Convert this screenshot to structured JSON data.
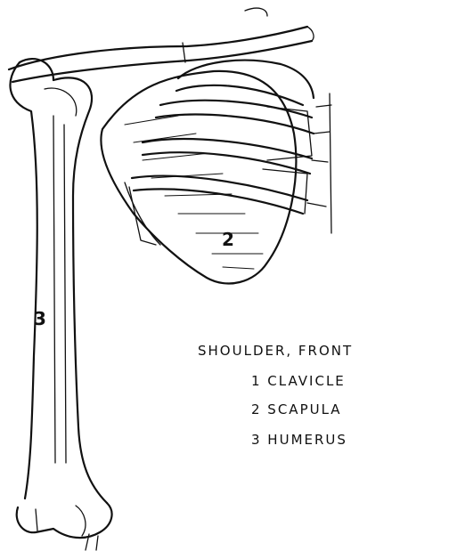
{
  "figure": {
    "title": "SHOULDER, FRONT",
    "legend": [
      "1 CLAVICLE",
      "2 SCAPULA",
      "3 HUMERUS"
    ],
    "markers": [
      "2",
      "3"
    ]
  }
}
